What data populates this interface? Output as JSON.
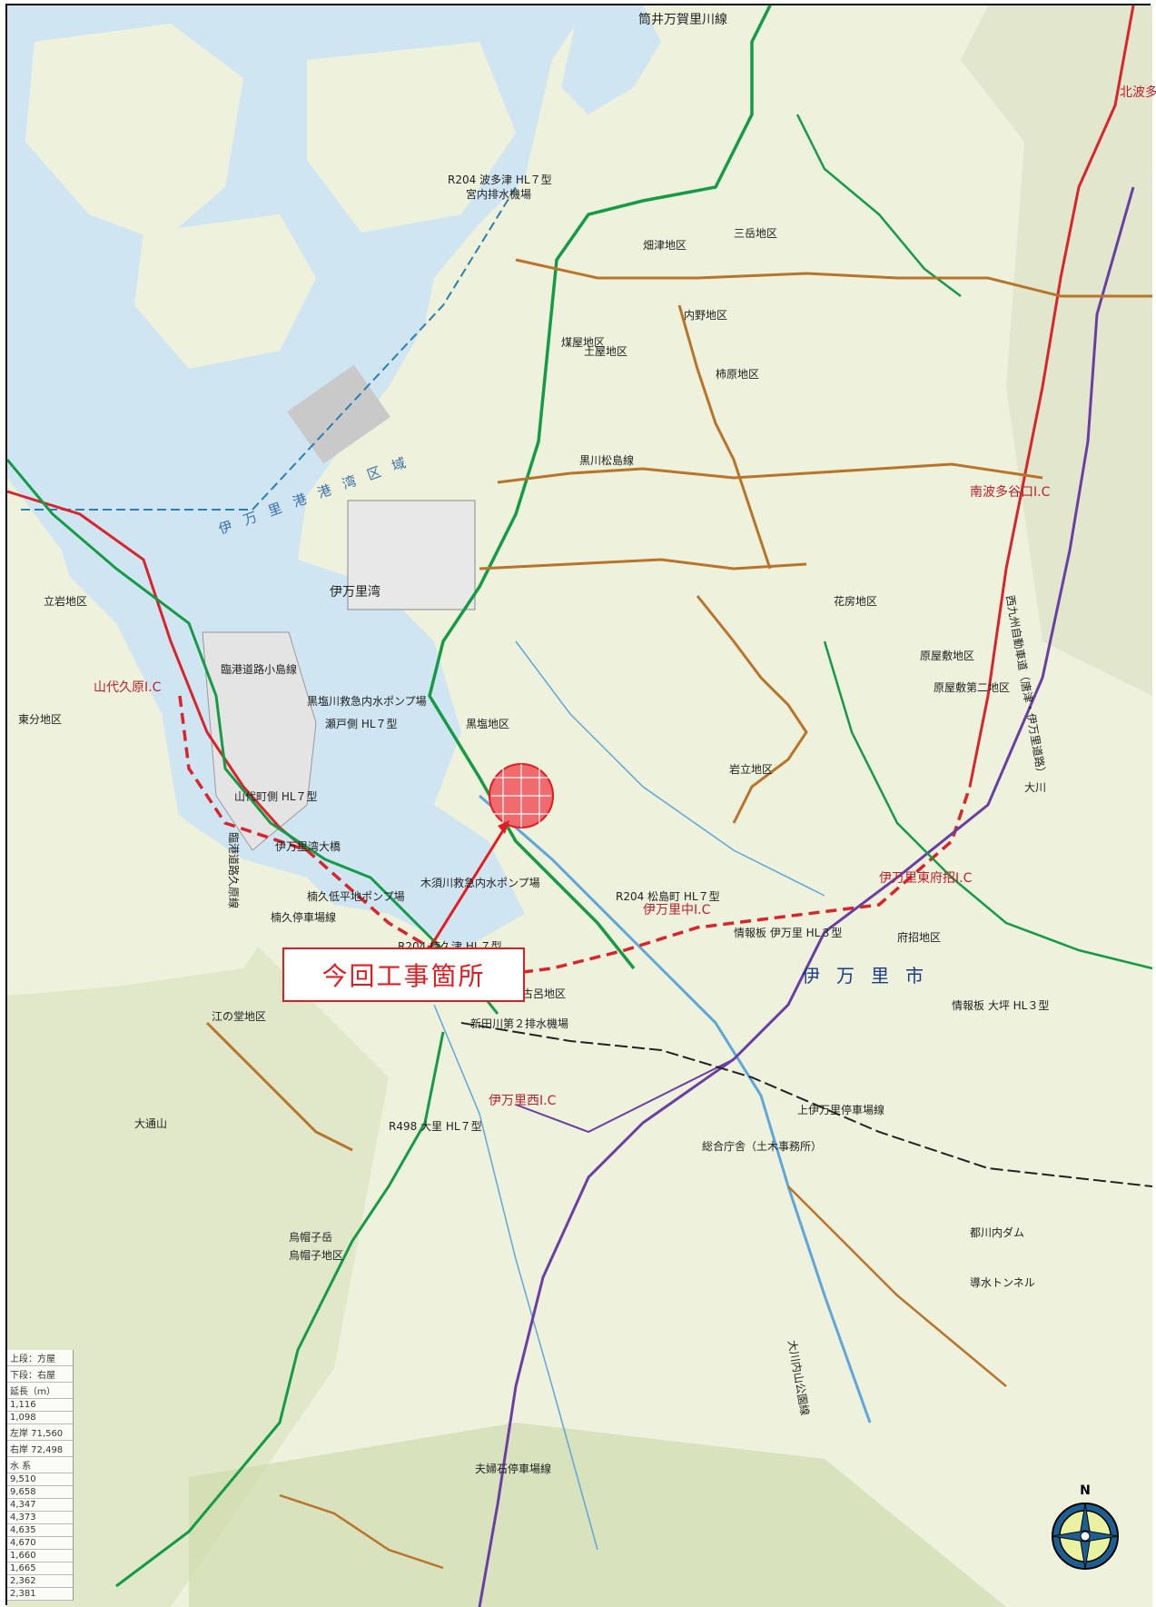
{
  "map": {
    "callout_text": "今回工事箇所",
    "bay_name": "伊万里港港湾区域",
    "city_name": "伊万里市",
    "port_area_label": "伊万里湾",
    "top_route_label": "筒井万賀里川線",
    "north_edge_label": "北波多",
    "tunnel_label": "導水トンネル",
    "dam_label": "都川内ダム",
    "places": [
      {
        "name": "畑津地区"
      },
      {
        "name": "三岳地区"
      },
      {
        "name": "内野地区"
      },
      {
        "name": "煤屋地区"
      },
      {
        "name": "土屋地区"
      },
      {
        "name": "柿原地区"
      },
      {
        "name": "黒塩地区"
      },
      {
        "name": "岩立地区"
      },
      {
        "name": "花房地区"
      },
      {
        "name": "原屋敷地区"
      },
      {
        "name": "原屋敷第二地区"
      },
      {
        "name": "府招地区"
      },
      {
        "name": "辺古呂地区"
      },
      {
        "name": "江の堂地区"
      },
      {
        "name": "東分地区"
      },
      {
        "name": "立岩地区"
      },
      {
        "name": "烏帽子地区"
      },
      {
        "name": "大川"
      },
      {
        "name": "夫婦石停車場線"
      },
      {
        "name": "山代久原I.C"
      },
      {
        "name": "伊万里東府招I.C"
      },
      {
        "name": "伊万里中I.C"
      },
      {
        "name": "伊万里西I.C"
      },
      {
        "name": "南波多谷口I.C"
      }
    ],
    "road_labels": [
      {
        "text": "R204 波多津 HL７型"
      },
      {
        "text": "宮内排水機場"
      },
      {
        "text": "黒塩川救急内水ポンプ場"
      },
      {
        "text": "瀬戸側 HL７型"
      },
      {
        "text": "山代町側 HL７型"
      },
      {
        "text": "木須川救急内水ポンプ場"
      },
      {
        "text": "R204 松島町 HL７型"
      },
      {
        "text": "情報板 伊万里 HL３型"
      },
      {
        "text": "R204 楠久津 HL７型"
      },
      {
        "text": "R498 大里 HL７型"
      },
      {
        "text": "総合庁舎（土木事務所）"
      },
      {
        "text": "情報板 大坪 HL３型"
      },
      {
        "text": "上伊万里停車場線"
      },
      {
        "text": "楠久停車場線"
      },
      {
        "text": "臨港道路小島線"
      },
      {
        "text": "臨港道路久原線"
      },
      {
        "text": "黒川松島線"
      },
      {
        "text": "大川内山公園線"
      },
      {
        "text": "西九州自動車道（唐津・伊万里道路）"
      },
      {
        "text": "新田川第２排水機場"
      },
      {
        "text": "楠久低平地ポンプ場"
      },
      {
        "text": "伊万里湾大橋"
      },
      {
        "text": "大通山"
      },
      {
        "text": "烏帽子岳"
      }
    ],
    "legend_rows": [
      "上段：方屋",
      "下段：右屋",
      "延長（ｍ）",
      "1,116",
      "1,098",
      "左岸 71,560",
      "右岸 72,498",
      "水 系",
      "9,510",
      "9,658",
      "4,347",
      "4,373",
      "4,635",
      "4,670",
      "1,660",
      "1,665",
      "2,362",
      "2,381"
    ],
    "compass_letter": "N",
    "colors": {
      "sea": "#cfe6f2",
      "land": "#eef1dc",
      "green_route": "#159a45",
      "orange_route": "#b8742a",
      "red_expressway": "#d8242b",
      "purple_road": "#6a3fa3",
      "callout": "#e21d22"
    }
  }
}
